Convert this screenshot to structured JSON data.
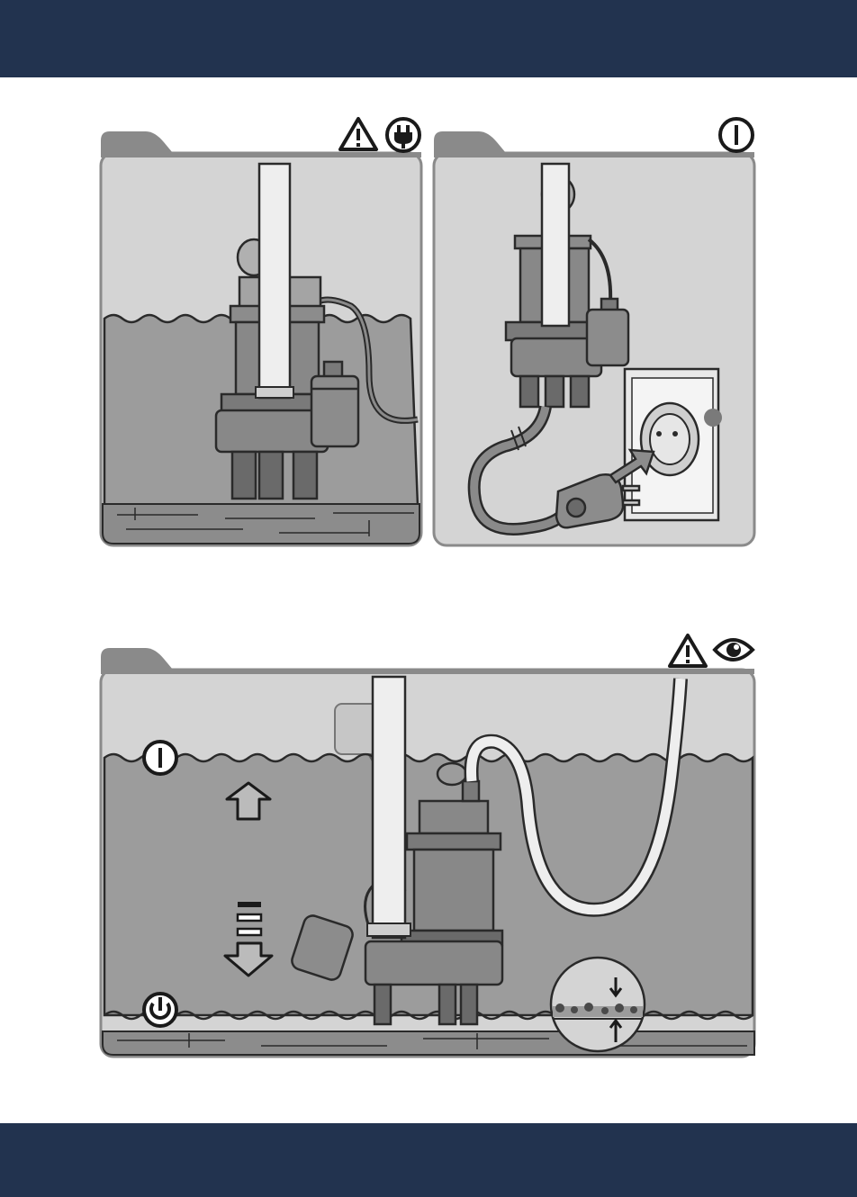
{
  "page": {
    "header_color": "#22334f",
    "footer_color": "#22334f"
  },
  "panel_1": {
    "icons": [
      "warning-icon",
      "plug-icon"
    ],
    "scene": "pump-lowered-into-water"
  },
  "panel_2": {
    "icons": [
      "power-on-icon"
    ],
    "scene": "plug-into-socket"
  },
  "panel_3": {
    "icons": [
      "warning-icon",
      "eye-icon"
    ],
    "markers": [
      "power-on-icon",
      "water-rise-arrow-icon",
      "water-fall-arrow-icon",
      "power-standby-icon"
    ],
    "scene": "float-switch-levels"
  },
  "colors": {
    "panel_bg": "#d4d4d4",
    "water": "#9c9c9c",
    "outline": "#2a2a2a",
    "pump": "#888888",
    "pump_dark": "#6a6a6a",
    "pipe": "#eeeeee",
    "floor": "#8c8c8c",
    "tab": "#8a8a8a"
  }
}
